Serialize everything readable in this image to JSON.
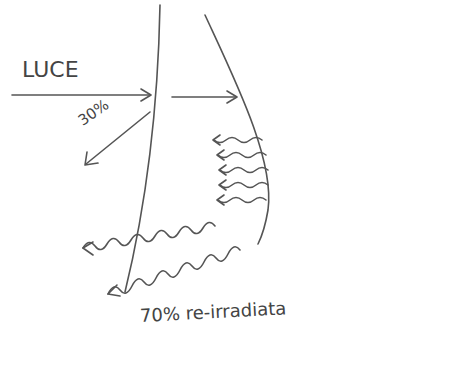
{
  "diagram": {
    "labels": [
      "LUCE",
      "30%",
      "70% re-irradiata"
    ]
  }
}
